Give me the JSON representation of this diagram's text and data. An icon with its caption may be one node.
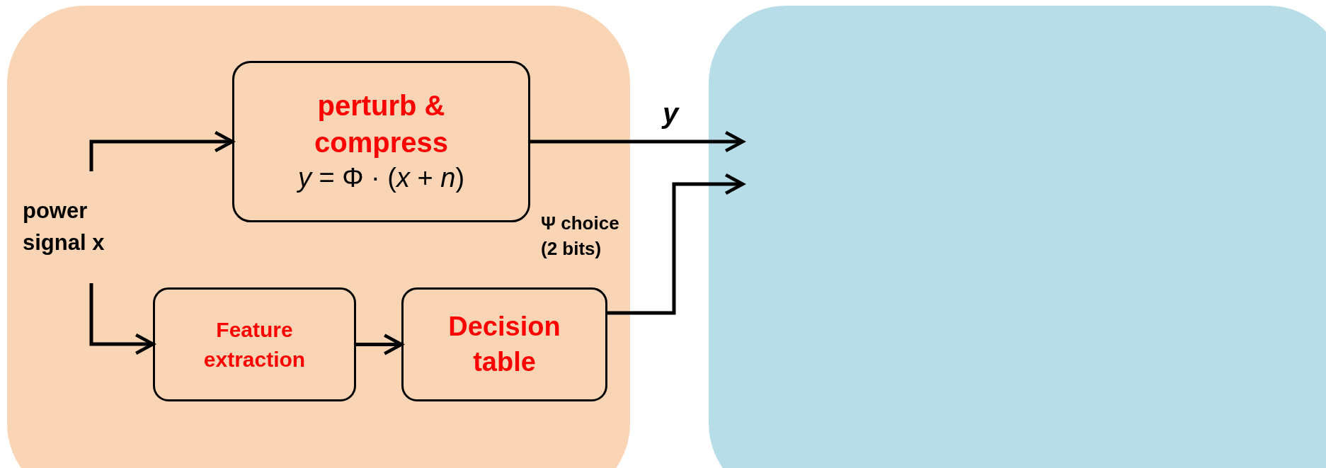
{
  "diagram": {
    "nodes": [
      {
        "text": [],
        "shape": "box"
      },
      {
        "text": [],
        "shape": "box"
      },
      {
        "text": [
          "perturb & compress",
          "*y* = Φ · (*x* + *n*)"
        ],
        "in": 0
      },
      {
        "text": [
          "power signal x"
        ],
        "in": 0
      },
      {
        "text": [
          "Feature extraction"
        ],
        "in": 0
      },
      {
        "text": [
          "Decision table"
        ],
        "in": 0
      }
    ],
    "edges": [
      {
        "from": 3,
        "to": 2,
        "arrow": "to"
      },
      {
        "from": 3,
        "to": 4,
        "arrow": "to"
      },
      {
        "from": 4,
        "to": 5,
        "arrow": "to"
      },
      {
        "from": 2,
        "to": 1,
        "arrow": "to",
        "label": "y"
      },
      {
        "from": 5,
        "to": 1,
        "arrow": "to",
        "label": "Ψ choice (2 bits)"
      }
    ]
  }
}
